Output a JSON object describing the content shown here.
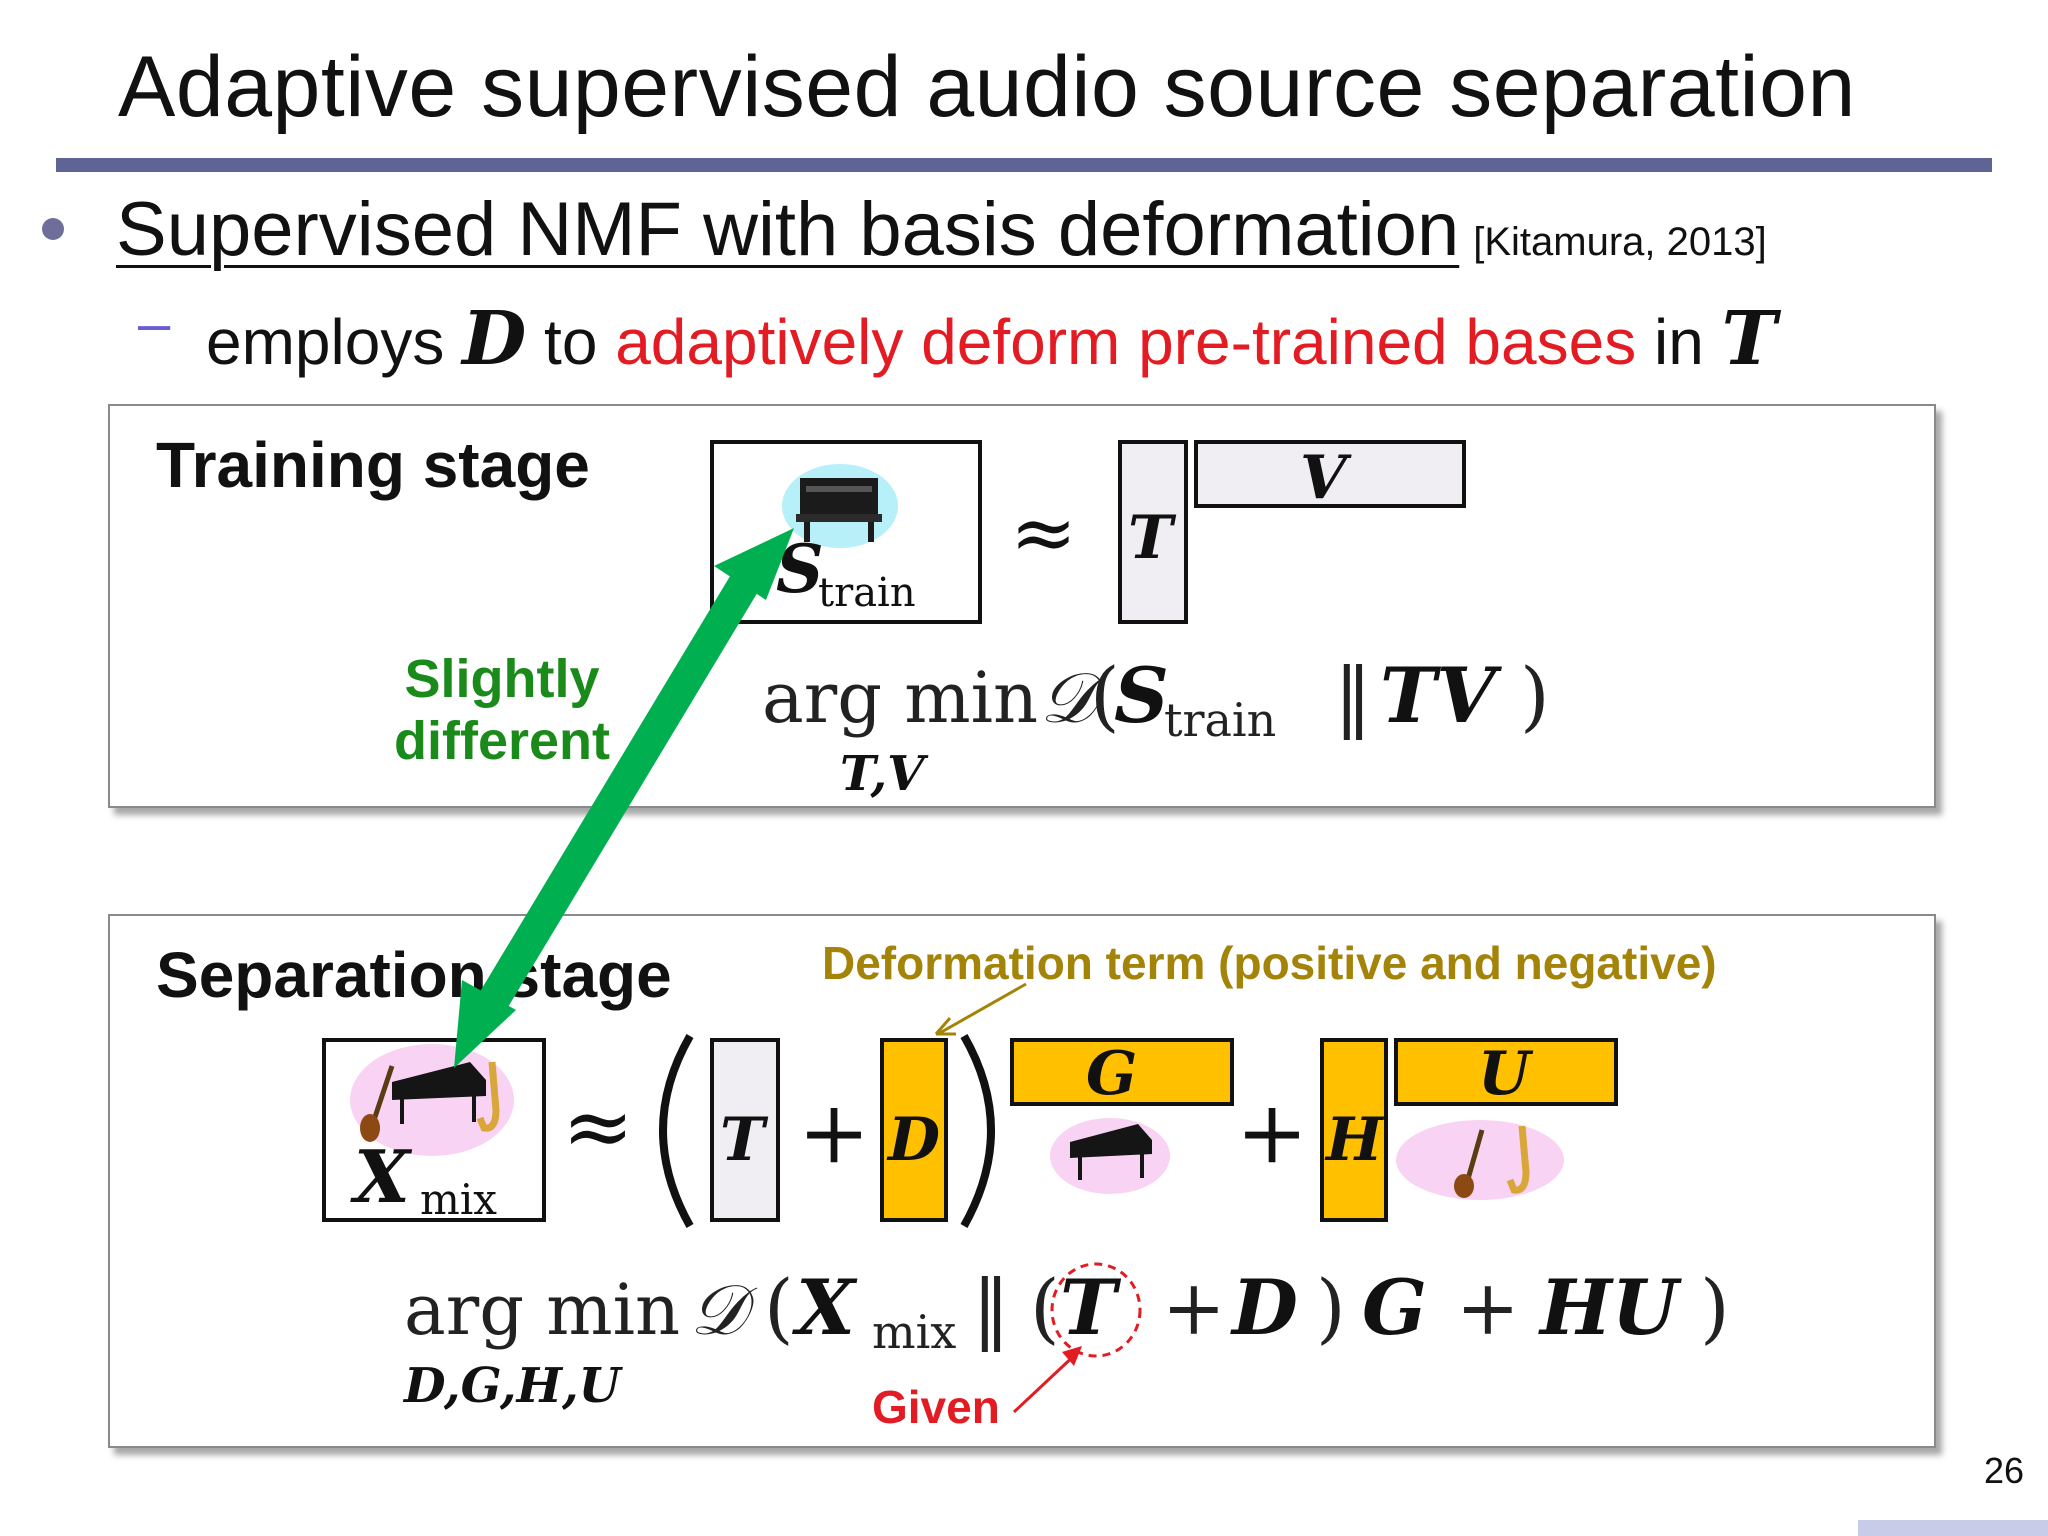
{
  "slide": {
    "title": "Adaptive supervised audio source separation",
    "bullet1": {
      "text": "Supervised NMF with basis deformation",
      "citation": "[Kitamura, 2013]"
    },
    "bullet2": {
      "dash": "–",
      "prefix": "employs",
      "symbol_d": "D",
      "middle": "to",
      "highlight": "adaptively deform pre-trained bases",
      "suffix": "in",
      "symbol_t": "T"
    },
    "page_number": "26"
  },
  "training": {
    "label": "Training stage",
    "s_symbol": "S",
    "s_subscript": "train",
    "approx": "≈",
    "t_symbol": "T",
    "v_symbol": "V",
    "formula": {
      "argmin": "arg min",
      "under": "T,V",
      "d": "𝒟",
      "open": "(",
      "s": "S",
      "sub": "train",
      "bars": "‖",
      "tv": "TV",
      "close": ")"
    }
  },
  "annotation": {
    "line1": "Slightly",
    "line2": "different"
  },
  "separation": {
    "label": "Separation stage",
    "deformation_label": "Deformation term (positive and negative)",
    "x_symbol": "X",
    "x_subscript": "mix",
    "approx": "≈",
    "t_symbol": "T",
    "plus": "+",
    "d_symbol": "D",
    "g_symbol": "G",
    "h_symbol": "H",
    "u_symbol": "U",
    "formula": {
      "argmin": "arg min",
      "under": "D,G,H,U",
      "d": "𝒟",
      "open": "(",
      "x": "X",
      "sub": "mix",
      "bars": "‖",
      "rest_open": "(",
      "t": "T",
      "plus1": "+",
      "dd": "D",
      "rest_close": ")",
      "g": "G",
      "plus2": "+",
      "hu": "HU",
      "close": ")"
    },
    "given_label": "Given"
  },
  "colors": {
    "accent_rule": "#5e6496",
    "highlight_red": "#e31b23",
    "green": "#1a8a1a",
    "arrow_green": "#00b050",
    "gold": "#ffc000",
    "deform_text": "#a38308",
    "light_box": "#f0eef2"
  }
}
